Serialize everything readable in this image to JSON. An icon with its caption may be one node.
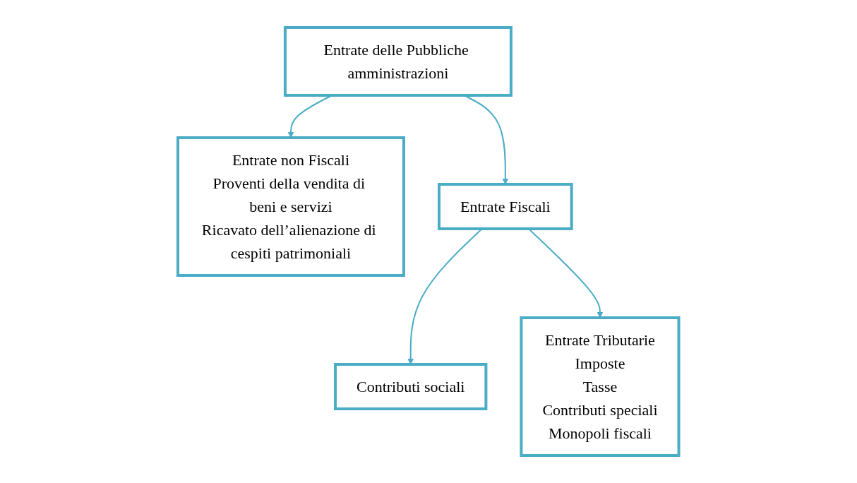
{
  "diagram": {
    "nodes": [
      {
        "text": [
          "Entrate delle Pubbliche amministrazioni"
        ]
      },
      {
        "text": [
          "Entrate non Fiscali",
          "Proventi della vendita di beni e servizi",
          "Ricavato dell’alienazione di cespiti patrimoniali"
        ]
      },
      {
        "text": [
          "Entrate Fiscali"
        ]
      },
      {
        "text": [
          "Contributi sociali"
        ]
      },
      {
        "text": [
          "Entrate Tributarie",
          "Imposte",
          "Tasse",
          "Contributi speciali",
          "Monopoli fiscali"
        ]
      }
    ],
    "edges": [
      {
        "from": 0,
        "to": 1,
        "arrow": "to"
      },
      {
        "from": 0,
        "to": 2,
        "arrow": "to"
      },
      {
        "from": 2,
        "to": 3,
        "arrow": "to"
      },
      {
        "from": 2,
        "to": 4,
        "arrow": "to"
      }
    ]
  }
}
